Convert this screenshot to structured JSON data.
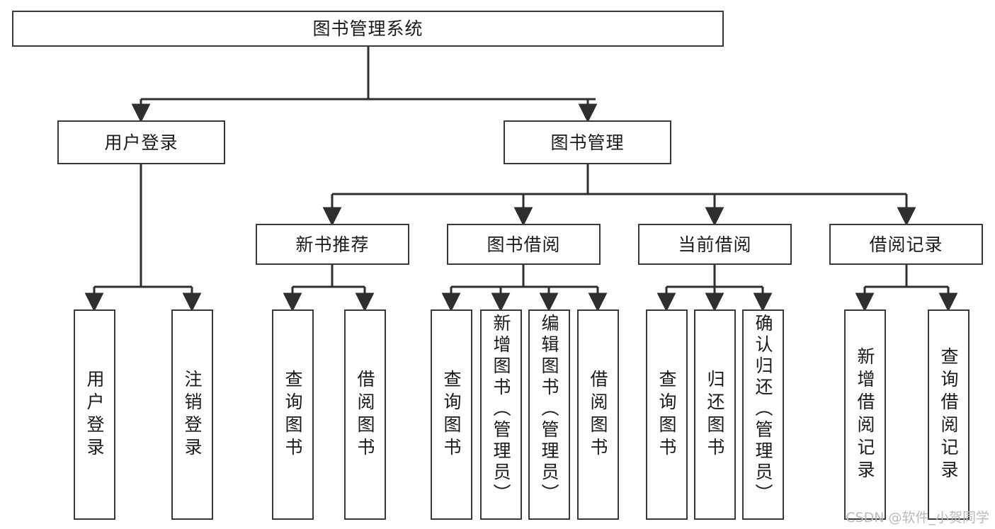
{
  "diagram": {
    "title": "图书管理系统",
    "type": "tree-hierarchy-chart",
    "watermark": "CSDN @软件_小贺同学",
    "colors": {
      "border": "#3a3a3a",
      "background": "#ffffff",
      "text": "#1a1a1a",
      "connector": "#2f2f2f",
      "watermark": "#b9b9b9"
    },
    "root": {
      "id": "root",
      "label": "图书管理系统"
    },
    "level2": [
      {
        "id": "user-login",
        "label": "用户登录"
      },
      {
        "id": "book-management",
        "label": "图书管理"
      }
    ],
    "level3": [
      {
        "id": "new-book-recommend",
        "label": "新书推荐",
        "parent": "book-management"
      },
      {
        "id": "book-borrow",
        "label": "图书借阅",
        "parent": "book-management"
      },
      {
        "id": "current-borrow",
        "label": "当前借阅",
        "parent": "book-management"
      },
      {
        "id": "borrow-record",
        "label": "借阅记录",
        "parent": "book-management"
      }
    ],
    "leaves": [
      {
        "id": "leaf-user-login",
        "label": "用户登录",
        "parent": "user-login"
      },
      {
        "id": "leaf-user-logout",
        "label": "注销登录",
        "parent": "user-login"
      },
      {
        "id": "leaf-query-book-1",
        "label": "查询图书",
        "parent": "new-book-recommend"
      },
      {
        "id": "leaf-borrow-book-1",
        "label": "借阅图书",
        "parent": "new-book-recommend"
      },
      {
        "id": "leaf-query-book-2",
        "label": "查询图书",
        "parent": "book-borrow"
      },
      {
        "id": "leaf-add-book",
        "label": "新增图书（管理员）",
        "parent": "book-borrow"
      },
      {
        "id": "leaf-edit-book",
        "label": "编辑图书（管理员）",
        "parent": "book-borrow"
      },
      {
        "id": "leaf-borrow-book-2",
        "label": "借阅图书",
        "parent": "book-borrow"
      },
      {
        "id": "leaf-query-book-3",
        "label": "查询图书",
        "parent": "current-borrow"
      },
      {
        "id": "leaf-return-book",
        "label": "归还图书",
        "parent": "current-borrow"
      },
      {
        "id": "leaf-confirm-return",
        "label": "确认归还（管理员）",
        "parent": "current-borrow"
      },
      {
        "id": "leaf-add-record",
        "label": "新增借阅记录",
        "parent": "borrow-record"
      },
      {
        "id": "leaf-query-record",
        "label": "查询借阅记录",
        "parent": "borrow-record"
      }
    ]
  }
}
